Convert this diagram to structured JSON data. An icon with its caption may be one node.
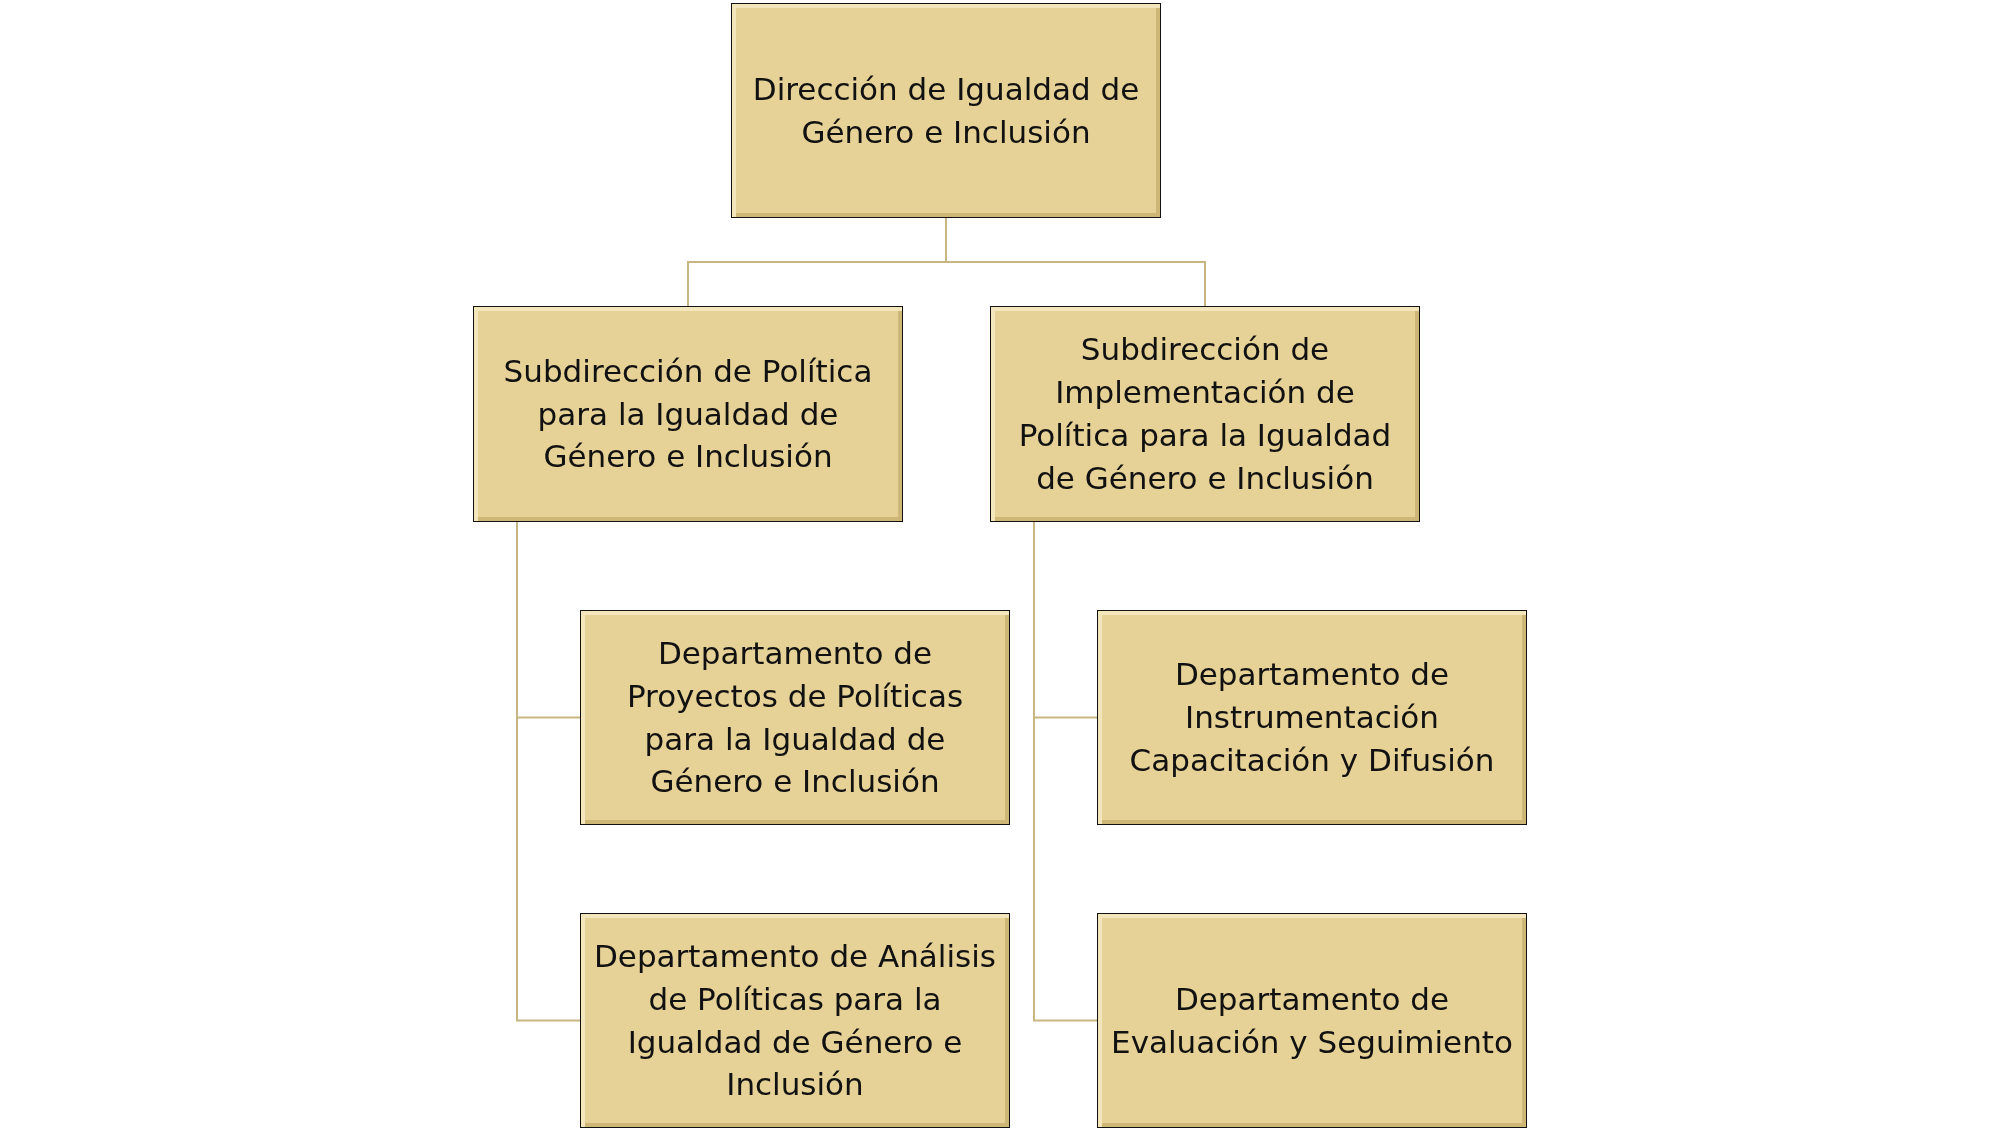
{
  "diagram": {
    "nodes": [
      {
        "text": [
          "Dirección de Igualdad de Género e Inclusión"
        ]
      },
      {
        "text": [
          "Subdirección de Política para la Igualdad de Género e Inclusión"
        ]
      },
      {
        "text": [
          "Subdirección de Implementación de Política para la Igualdad de Género e Inclusión"
        ]
      },
      {
        "text": [
          "Departamento de Proyectos de Políticas para la Igualdad de Género e Inclusión"
        ]
      },
      {
        "text": [
          "Departamento de Instrumentación Capacitación y Difusión"
        ]
      },
      {
        "text": [
          "Departamento de Análisis de Políticas para la Igualdad de Género e Inclusión"
        ]
      },
      {
        "text": [
          "Departamento de Evaluación y Seguimiento"
        ]
      }
    ],
    "edges": [
      {
        "from": 0,
        "to": 1,
        "arrow": "none"
      },
      {
        "from": 0,
        "to": 2,
        "arrow": "none"
      },
      {
        "from": 1,
        "to": 3,
        "arrow": "none"
      },
      {
        "from": 1,
        "to": 5,
        "arrow": "none"
      },
      {
        "from": 2,
        "to": 4,
        "arrow": "none"
      },
      {
        "from": 2,
        "to": 6,
        "arrow": "none"
      }
    ]
  }
}
